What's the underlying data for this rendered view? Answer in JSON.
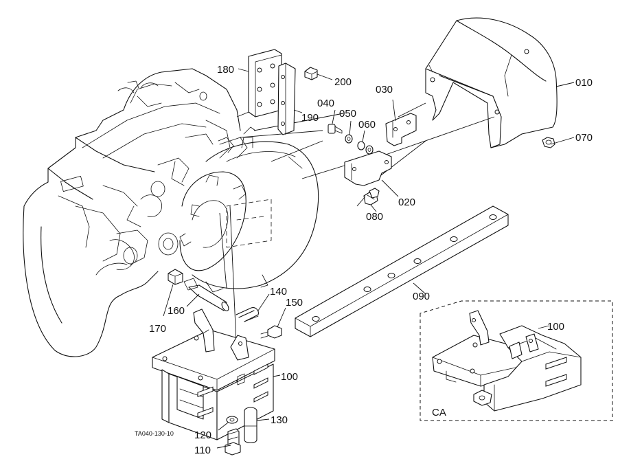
{
  "labels": {
    "p010": "010",
    "p020": "020",
    "p030": "030",
    "p040": "040",
    "p050": "050",
    "p060": "060",
    "p070": "070",
    "p080": "080",
    "p090": "090",
    "p100": "100",
    "p100_ca": "100",
    "p110": "110",
    "p120": "120",
    "p130": "130",
    "p140": "140",
    "p150": "150",
    "p160": "160",
    "p170": "170",
    "p180": "180",
    "p190": "190",
    "p200": "200"
  },
  "inset_label": "CA",
  "drawing_code": "TA040-130-10"
}
